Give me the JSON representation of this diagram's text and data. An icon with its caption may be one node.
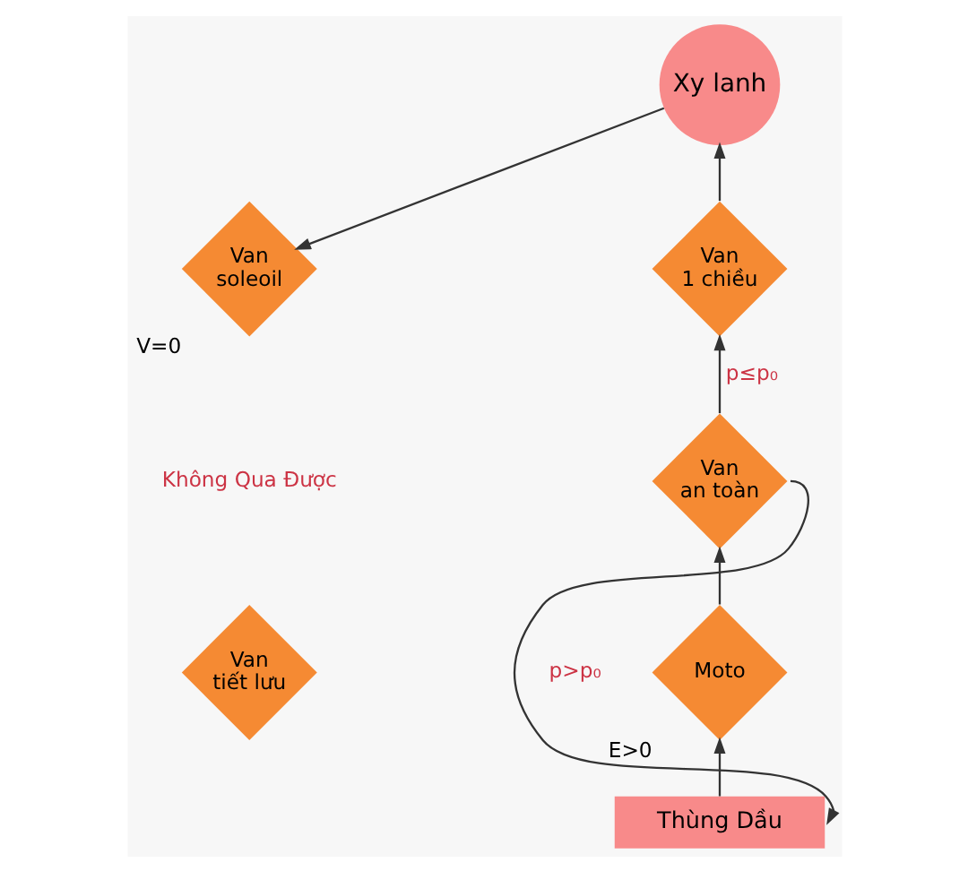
{
  "diagram": {
    "nodes": [
      {
        "text": [
          "Xy lanh"
        ]
      },
      {
        "text": [
          "Van soleoil"
        ],
        "beside": [
          "V=0"
        ]
      },
      {
        "text": [
          "Van 1 chiều"
        ]
      },
      {
        "text": [
          "Van an toàn"
        ]
      },
      {
        "text": [
          "Van tiết lưu"
        ]
      },
      {
        "text": [
          "Moto"
        ],
        "beside": [
          "E>0"
        ]
      },
      {
        "text": [
          "Thùng Dầu"
        ]
      }
    ],
    "edges": [
      {
        "from": 6,
        "to": 5,
        "arrow": "to"
      },
      {
        "from": 5,
        "to": 3,
        "arrow": "to"
      },
      {
        "from": 3,
        "to": 2,
        "arrow": "to",
        "label": "p≤p₀"
      },
      {
        "from": 2,
        "to": 0,
        "arrow": "to"
      },
      {
        "from": 0,
        "to": 1,
        "arrow": "to"
      },
      {
        "from": 3,
        "to": 6,
        "arrow": "to",
        "label": "p>p₀"
      }
    ],
    "labels": [
      "Không Qua Được"
    ]
  }
}
